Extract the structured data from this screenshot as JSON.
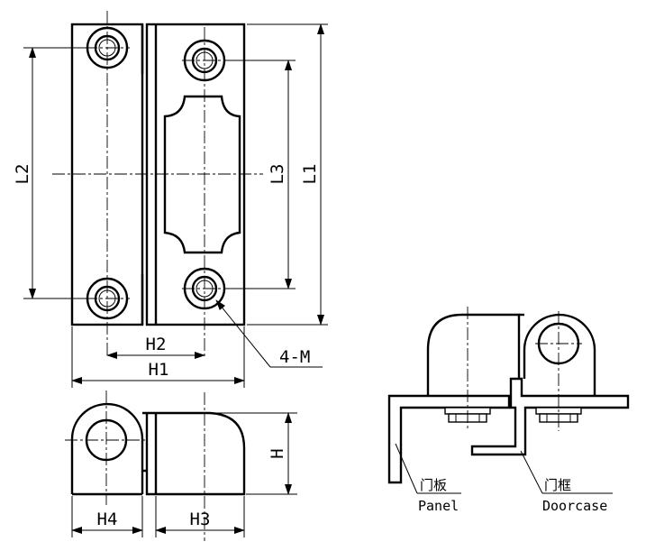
{
  "dimensions": {
    "l1": "L1",
    "l2": "L2",
    "l3": "L3",
    "h": "H",
    "h1": "H1",
    "h2": "H2",
    "h3": "H3",
    "h4": "H4",
    "hole_callout": "4-M"
  },
  "labels": {
    "panel_cn": "门板",
    "panel_en": "Panel",
    "frame_cn": "门框",
    "frame_en": "Doorcase"
  }
}
